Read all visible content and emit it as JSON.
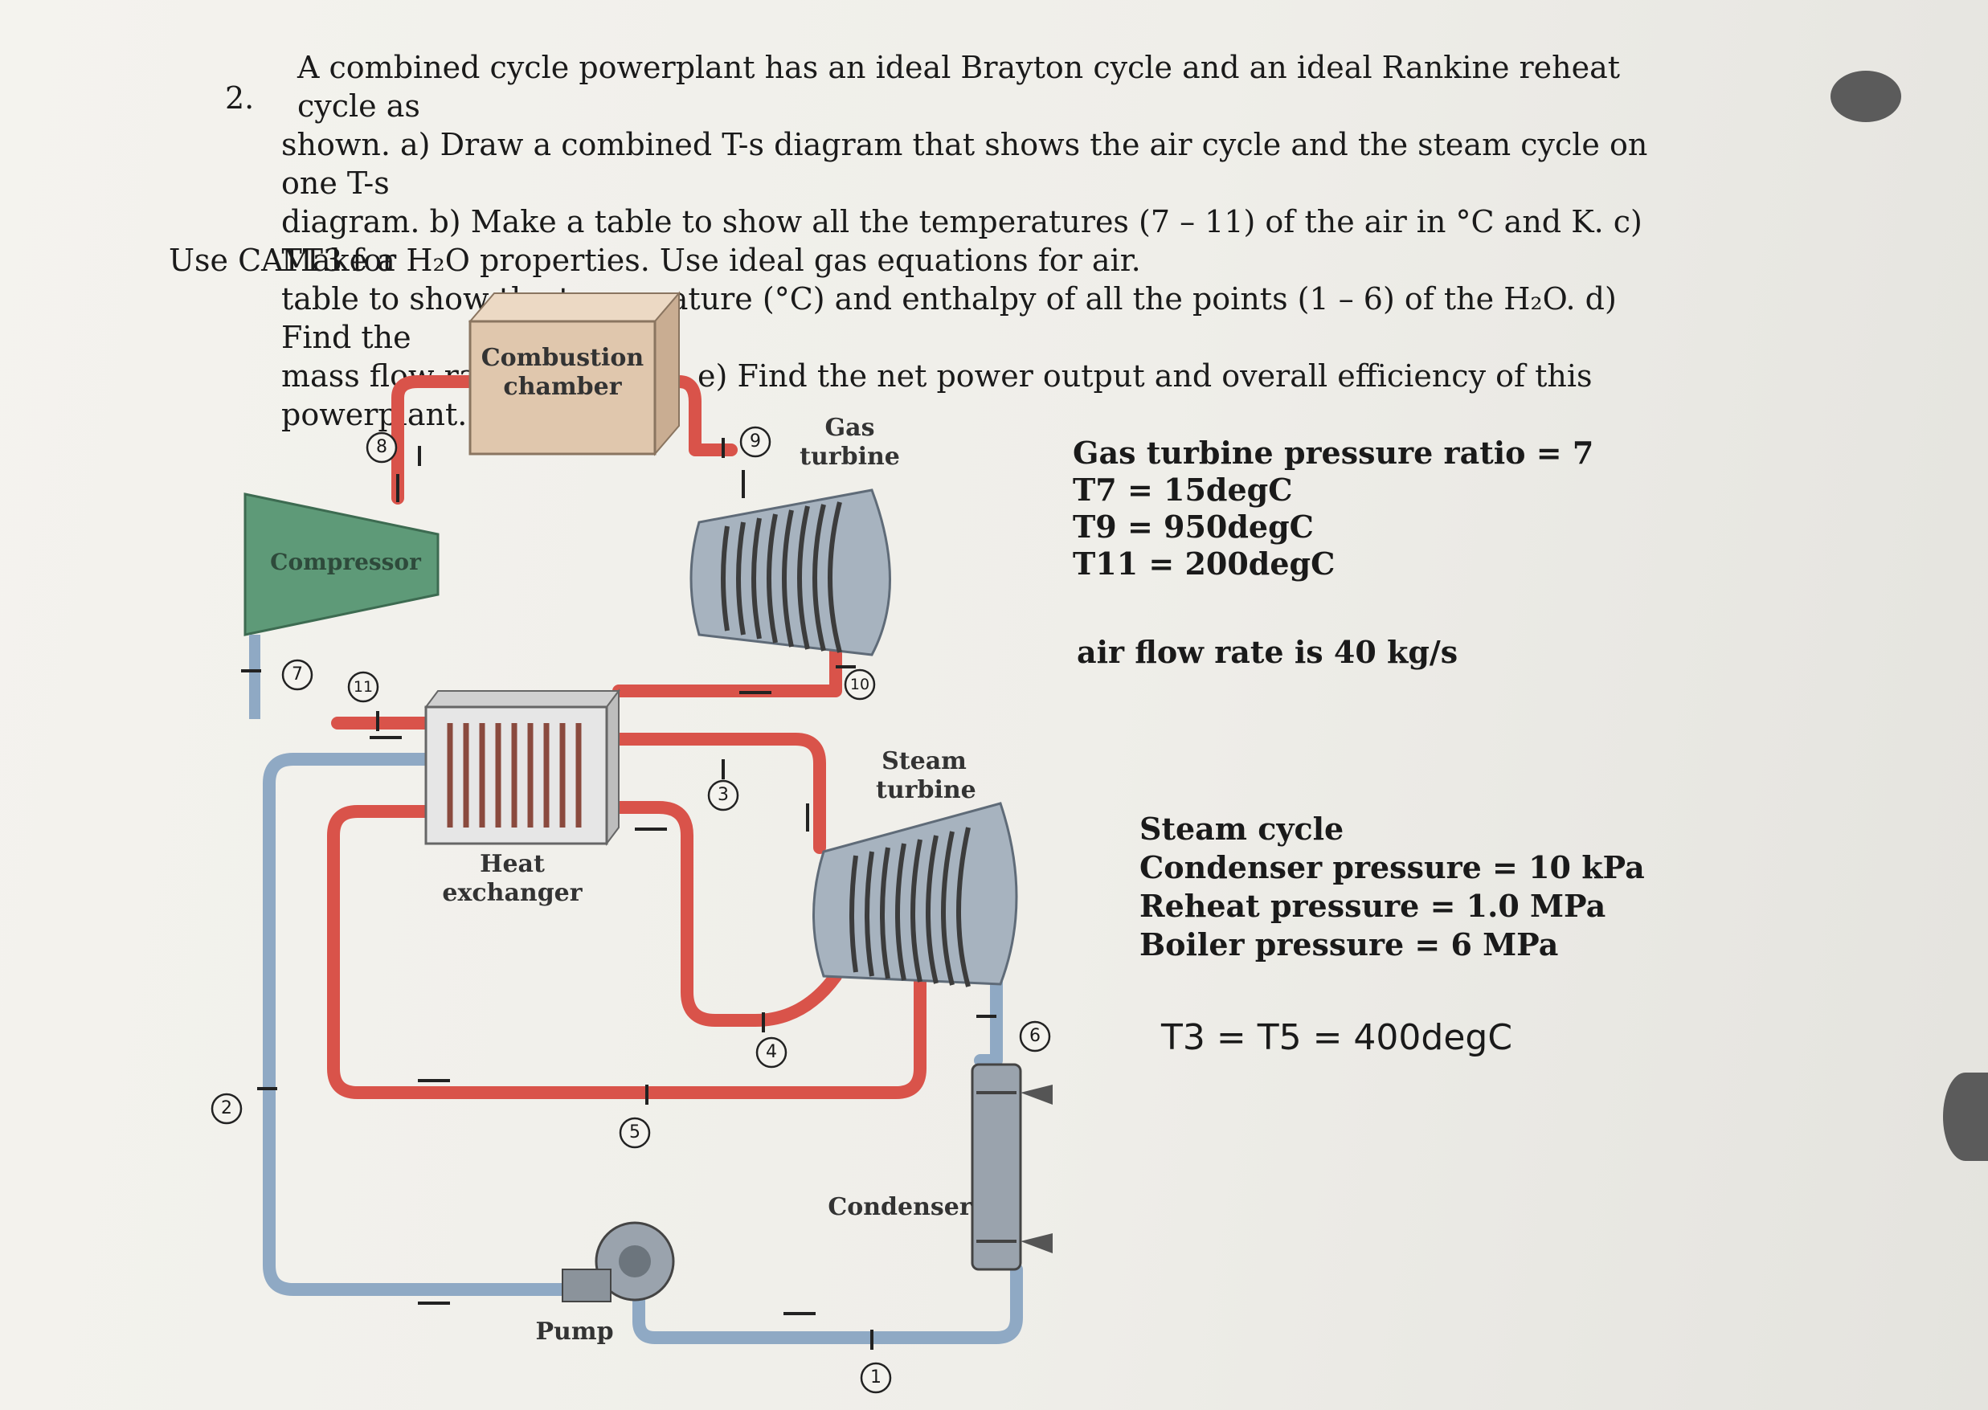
{
  "problem": {
    "number": "2.",
    "lines": [
      "A combined cycle powerplant has an ideal Brayton cycle and an ideal Rankine reheat cycle as",
      "shown.  a) Draw a combined T-s diagram that shows the air cycle and the steam cycle on one T-s",
      "diagram. b) Make a table to show all the temperatures (7 – 11) of the air in °C and K.  c) Make a",
      "table to show the temperature (°C) and enthalpy of all the points (1 – 6) of the H₂O. d) Find the",
      "mass flow rate of the H₂O. e)  Find the net power output and overall efficiency of this powerplant."
    ],
    "last_line": "Use CATT3 for H₂O properties.  Use ideal gas equations for air."
  },
  "diagram": {
    "labels": {
      "combustion_chamber": "Combustion chamber",
      "gas_turbine": "Gas turbine",
      "compressor": "Compressor",
      "heat_exchanger": "Heat exchanger",
      "steam_turbine": "Steam turbine",
      "condenser": "Condenser",
      "pump": "Pump"
    },
    "state_points": [
      "1",
      "2",
      "3",
      "4",
      "5",
      "6",
      "7",
      "8",
      "9",
      "10",
      "11"
    ]
  },
  "given_gas": {
    "pressure_ratio": "Gas turbine pressure ratio = 7",
    "t7": "T7 = 15degC",
    "t9": "T9 = 950degC",
    "t11": "T11 = 200degC",
    "air_flow": "air flow rate is 40 kg/s"
  },
  "given_steam": {
    "title": "Steam cycle",
    "condenser": "Condenser pressure = 10 kPa",
    "reheat": "Reheat pressure = 1.0 MPa",
    "boiler": "Boiler pressure = 6 MPa",
    "t3t5": "T3 = T5 = 400degC"
  },
  "colors": {
    "hot_pipe": "#d9534a",
    "cool_pipe": "#8fa9c4",
    "compressor": "#5e9a78",
    "combustion": "#e0c7ad",
    "turbine": "#a7b3bf"
  }
}
